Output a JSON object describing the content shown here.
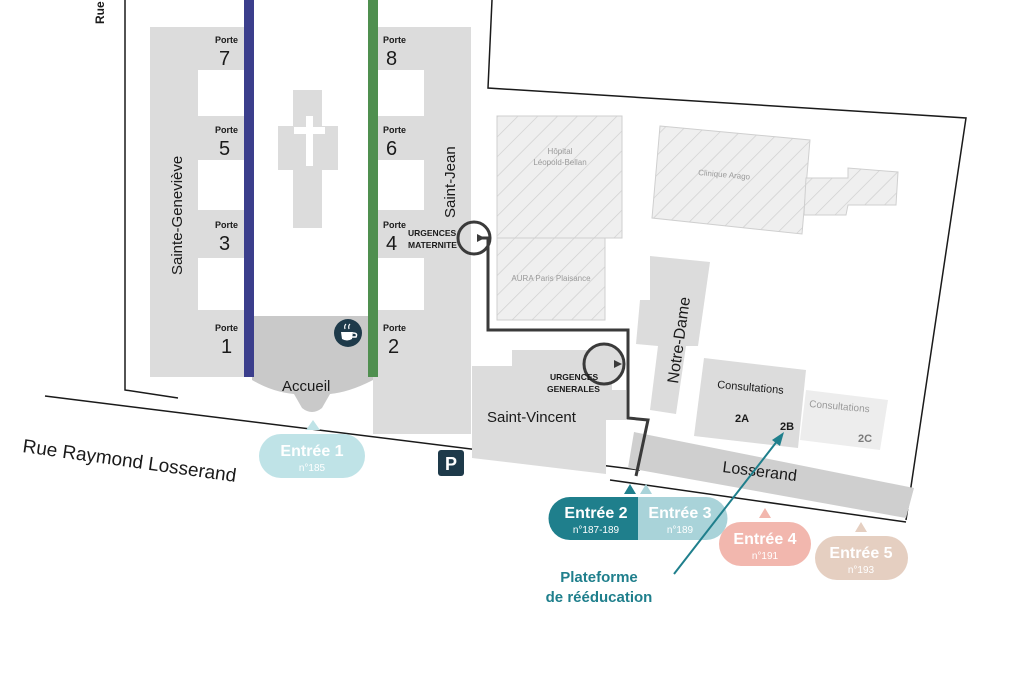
{
  "map": {
    "street_top_left": "Rue",
    "street_main": "Rue Raymond Losserand",
    "buildings": {
      "sainte_genevieve": "Sainte-Geneviève",
      "saint_jean": "Saint-Jean",
      "accueil": "Accueil",
      "saint_vincent": "Saint-Vincent",
      "notre_dame": "Notre-Dame",
      "losserand": "Losserand",
      "consultations_main": "Consultations",
      "consultations_secondary": "Consultations",
      "hopital_1": "Hôpital",
      "hopital_2": "Léopold-Bellan",
      "clinique_arago": "Clinique Arago",
      "aura": "AURA Paris Plaisance"
    },
    "doors": [
      {
        "label": "Porte",
        "number": "7"
      },
      {
        "label": "Porte",
        "number": "5"
      },
      {
        "label": "Porte",
        "number": "3"
      },
      {
        "label": "Porte",
        "number": "1"
      },
      {
        "label": "Porte",
        "number": "8"
      },
      {
        "label": "Porte",
        "number": "6"
      },
      {
        "label": "Porte",
        "number": "4"
      },
      {
        "label": "Porte",
        "number": "2"
      }
    ],
    "consultation_codes": [
      "2A",
      "2B",
      "2C"
    ],
    "urgences_maternite": [
      "URGENCES",
      "MATERNITE"
    ],
    "urgences_generales": [
      "URGENCES",
      "GENERALES"
    ],
    "parking_label": "P",
    "entrances": [
      {
        "label": "Entrée 1",
        "number": "n°185",
        "color": "#bfe3e7"
      },
      {
        "label": "Entrée 2",
        "number": "n°187-189",
        "color": "#1f7f8c"
      },
      {
        "label": "Entrée 3",
        "number": "n°189",
        "color": "#a9d3d9"
      },
      {
        "label": "Entrée 4",
        "number": "n°191",
        "color": "#f2b7ae"
      },
      {
        "label": "Entrée 5",
        "number": "n°193",
        "color": "#e5cfc1"
      }
    ],
    "plateforme": [
      "Plateforme",
      "de rééducation"
    ],
    "colors": {
      "building": "#dcdcdc",
      "blue_line": "#3b3e8c",
      "green_line": "#4f8f4f",
      "teal_text": "#1f7f8c",
      "dark_path": "#3a3a3a"
    }
  }
}
